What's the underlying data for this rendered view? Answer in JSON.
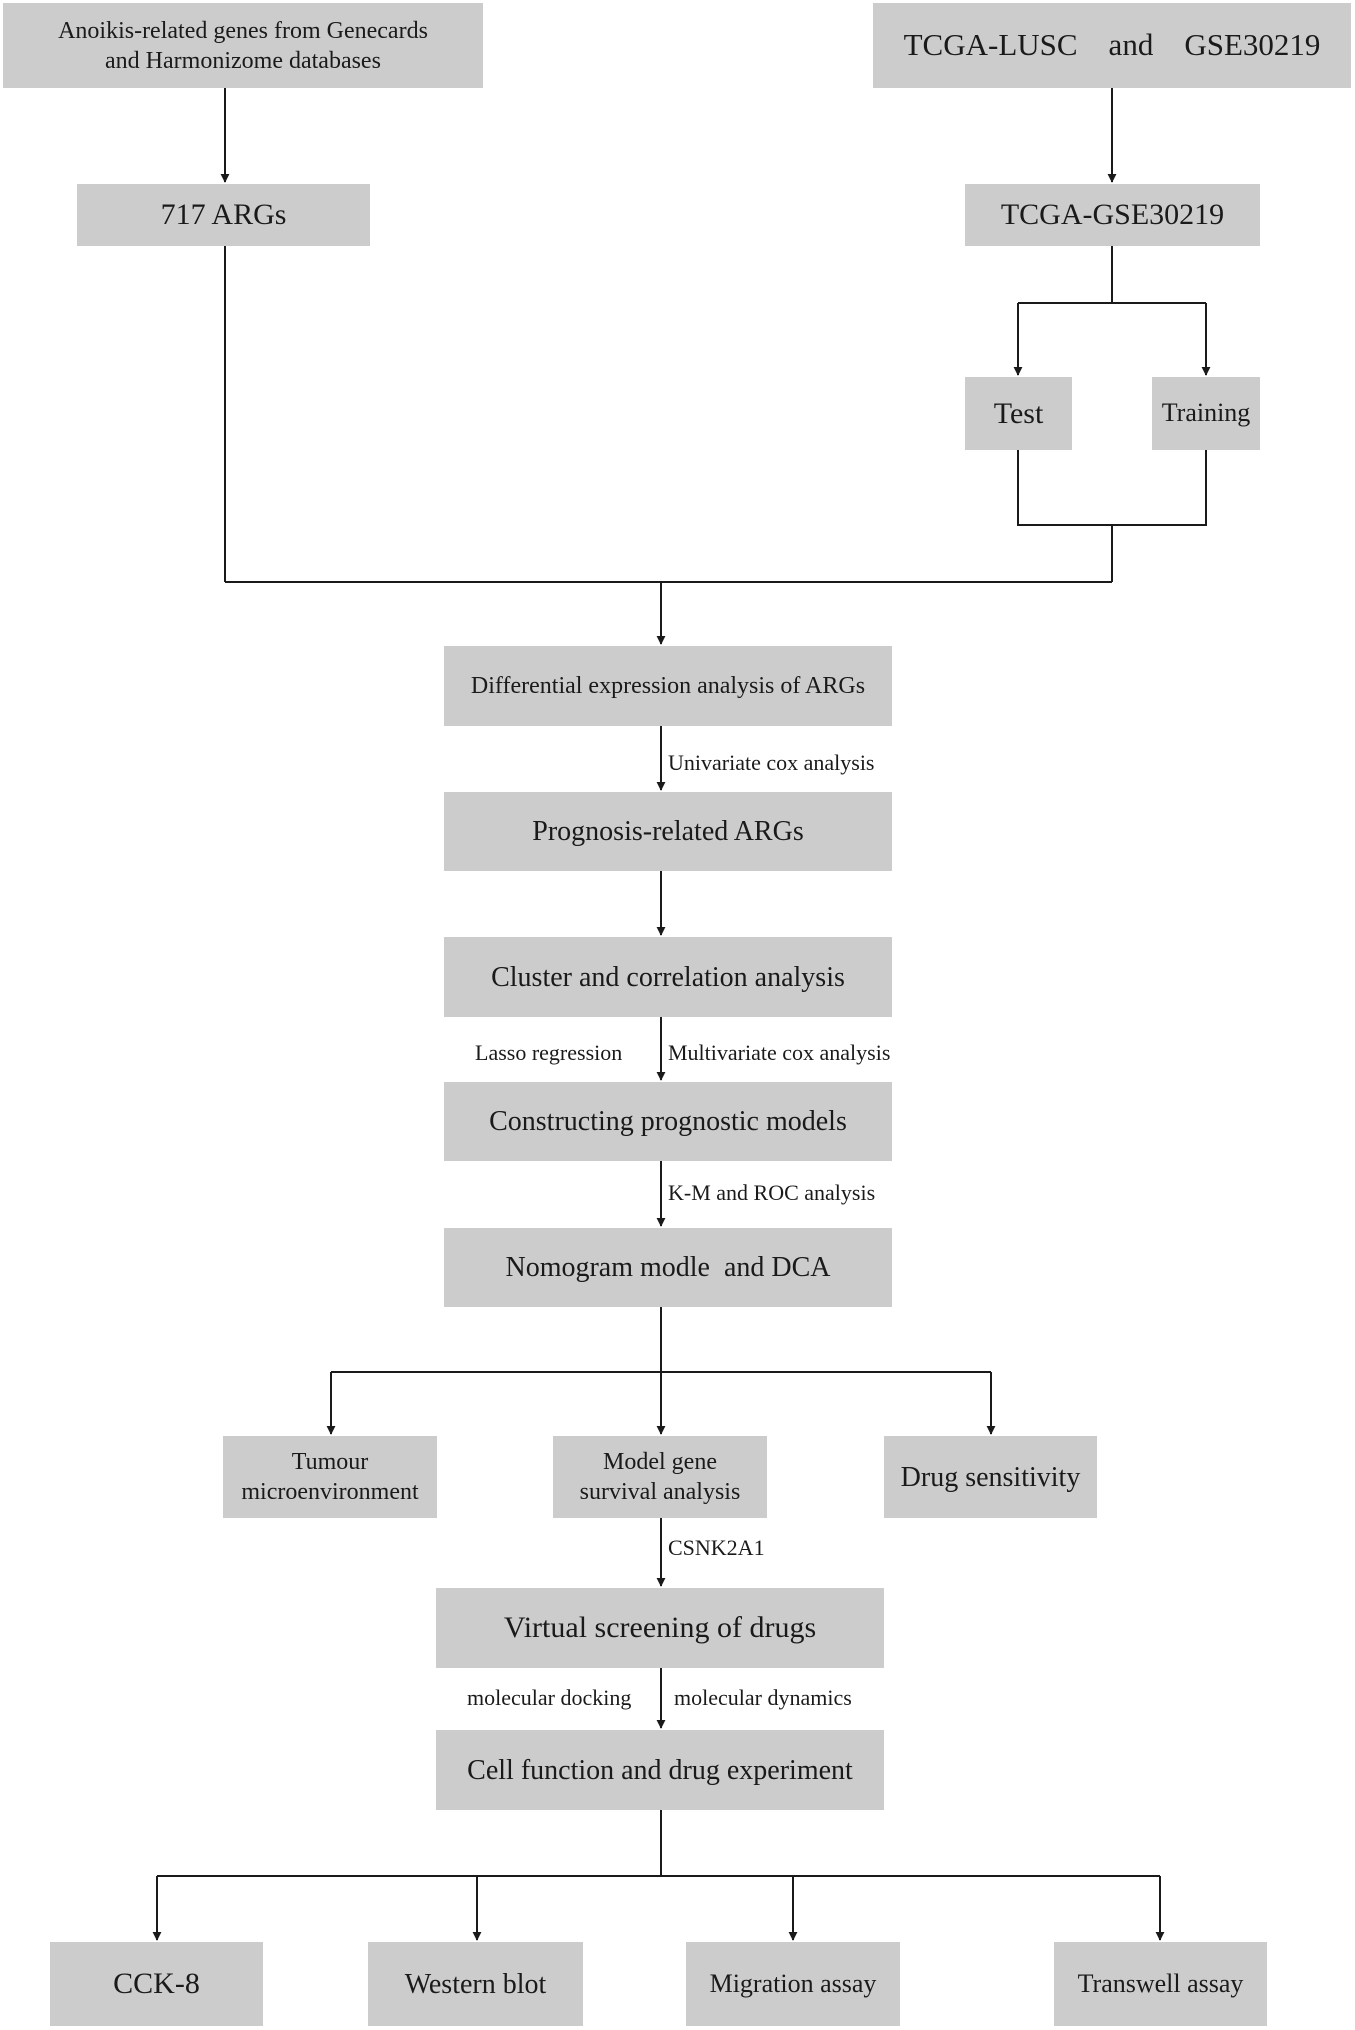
{
  "nodes": {
    "source_genes": "Anoikis-related genes from Genecards\nand Harmonizome databases",
    "source_datasets": "TCGA-LUSC    and    GSE30219",
    "args_717": "717 ARGs",
    "tcga_gse": "TCGA-GSE30219",
    "test": "Test",
    "training": "Training",
    "diff_expr": "Differential expression analysis of ARGs",
    "prognosis_args": "Prognosis-related ARGs",
    "cluster": "Cluster and correlation analysis",
    "constructing": "Constructing prognostic models",
    "nomogram": "Nomogram modle  and DCA",
    "tumour": "Tumour\nmicroenvironment",
    "model_gene": "Model gene\nsurvival analysis",
    "drug_sensitivity": "Drug sensitivity",
    "virtual_screening": "Virtual screening of drugs",
    "cell_function": "Cell function and drug experiment",
    "cck8": "CCK-8",
    "western_blot": "Western blot",
    "migration": "Migration assay",
    "transwell": "Transwell assay"
  },
  "edge_labels": {
    "univariate": "Univariate cox analysis",
    "lasso": "Lasso regression",
    "multivariate": "Multivariate cox analysis",
    "km_roc": "K-M and ROC analysis",
    "csnk2a1": "CSNK2A1",
    "docking": "molecular docking",
    "dynamics": "molecular dynamics"
  },
  "colors": {
    "box_fill": "#cccccc",
    "line": "#1a1a1a",
    "text": "#1a1a1a"
  }
}
